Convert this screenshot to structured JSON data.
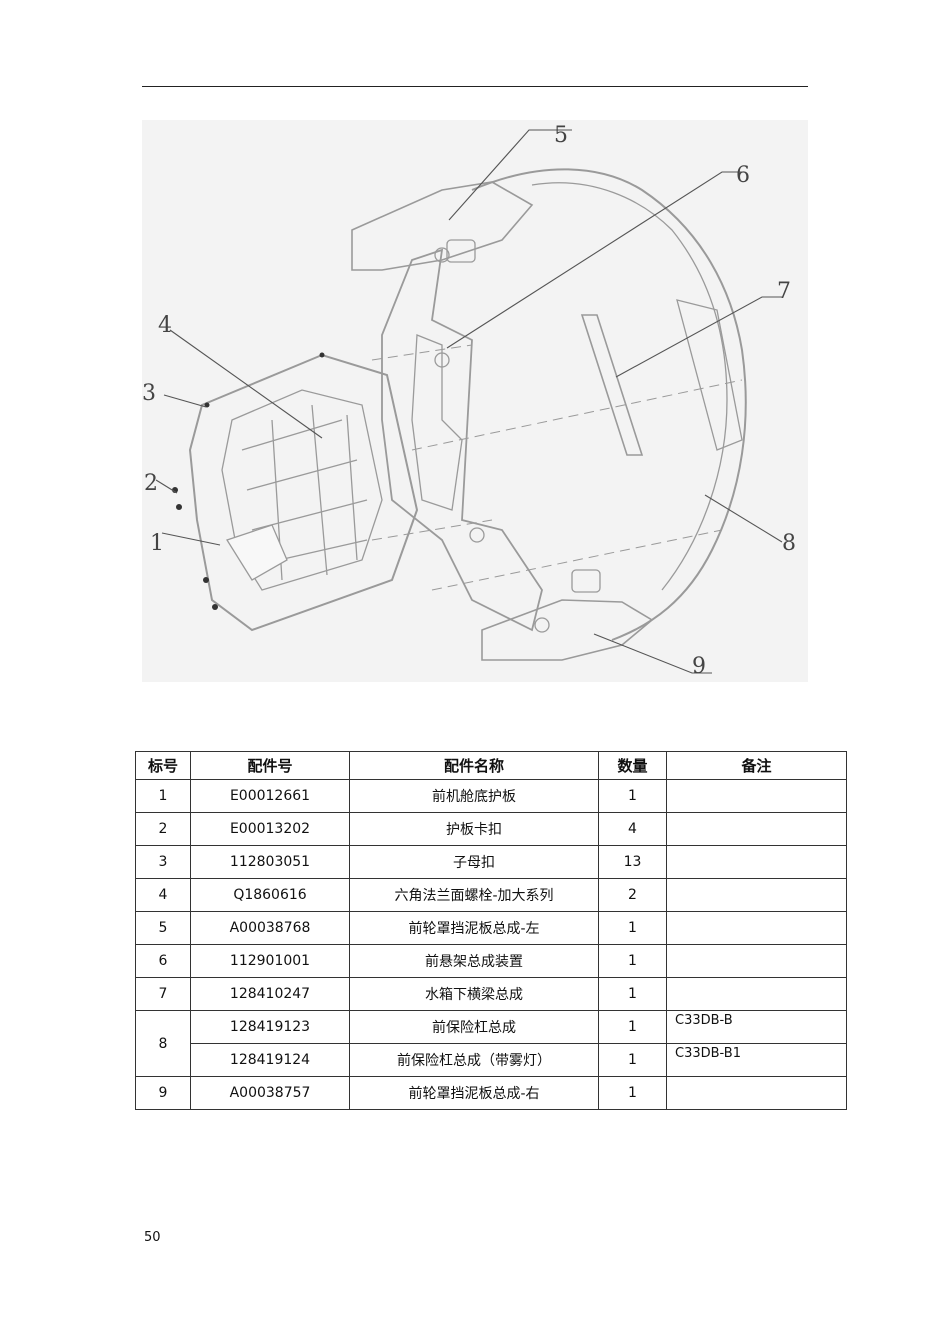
{
  "figure": {
    "callouts": [
      "1",
      "2",
      "3",
      "4",
      "5",
      "6",
      "7",
      "8",
      "9"
    ]
  },
  "table": {
    "headers": {
      "no": "标号",
      "part_number": "配件号",
      "part_name": "配件名称",
      "qty": "数量",
      "remark": "备注"
    },
    "rows": [
      {
        "no": "1",
        "part_number": "E00012661",
        "part_name": "前机舱底护板",
        "qty": "1",
        "remark": ""
      },
      {
        "no": "2",
        "part_number": "E00013202",
        "part_name": "护板卡扣",
        "qty": "4",
        "remark": ""
      },
      {
        "no": "3",
        "part_number": "112803051",
        "part_name": "子母扣",
        "qty": "13",
        "remark": ""
      },
      {
        "no": "4",
        "part_number": "Q1860616",
        "part_name": "六角法兰面螺栓-加大系列",
        "qty": "2",
        "remark": ""
      },
      {
        "no": "5",
        "part_number": "A00038768",
        "part_name": "前轮罩挡泥板总成-左",
        "qty": "1",
        "remark": ""
      },
      {
        "no": "6",
        "part_number": "112901001",
        "part_name": "前悬架总成装置",
        "qty": "1",
        "remark": ""
      },
      {
        "no": "7",
        "part_number": "128410247",
        "part_name": "水箱下横梁总成",
        "qty": "1",
        "remark": ""
      },
      {
        "no": "8",
        "part_number": "128419123",
        "part_name": "前保险杠总成",
        "qty": "1",
        "remark": "C33DB-B"
      },
      {
        "no": "",
        "part_number": "128419124",
        "part_name": "前保险杠总成（带雾灯）",
        "qty": "1",
        "remark": "C33DB-B1"
      },
      {
        "no": "9",
        "part_number": "A00038757",
        "part_name": "前轮罩挡泥板总成-右",
        "qty": "1",
        "remark": ""
      }
    ]
  },
  "footer": {
    "page_number": "50"
  }
}
